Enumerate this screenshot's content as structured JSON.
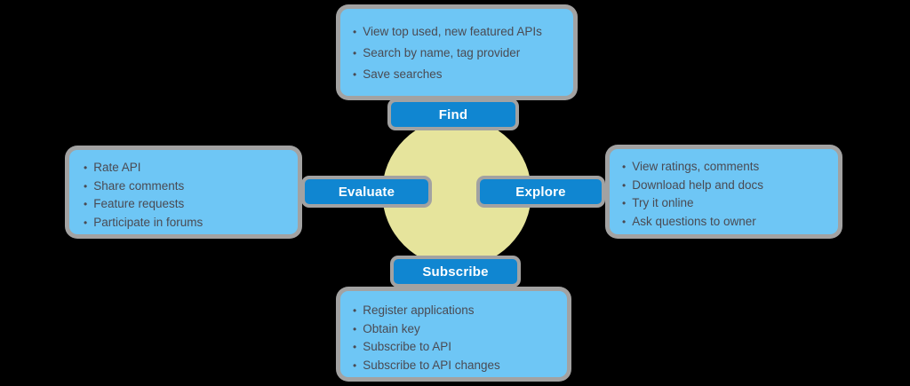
{
  "colors": {
    "box_fill": "#6EC6F5",
    "button_fill": "#1086D1",
    "circle_fill": "#E6E49C",
    "outline": "#A2A2A2",
    "box_text": "#4A4A52",
    "button_text": "#FFFFFF",
    "background": "#000000"
  },
  "diagram": {
    "buttons": {
      "find": {
        "label": "Find"
      },
      "explore": {
        "label": "Explore"
      },
      "subscribe": {
        "label": "Subscribe"
      },
      "evaluate": {
        "label": "Evaluate"
      }
    },
    "boxes": {
      "top": {
        "items": [
          "View top used, new featured APIs",
          "Search by name, tag provider",
          "Save searches"
        ]
      },
      "right": {
        "items": [
          "View ratings, comments",
          "Download help and docs",
          "Try it online",
          "Ask questions to owner"
        ]
      },
      "bottom": {
        "items": [
          "Register applications",
          "Obtain key",
          "Subscribe to API",
          "Subscribe to API changes"
        ]
      },
      "left": {
        "items": [
          "Rate API",
          "Share comments",
          "Feature requests",
          "Participate in forums"
        ]
      }
    }
  }
}
